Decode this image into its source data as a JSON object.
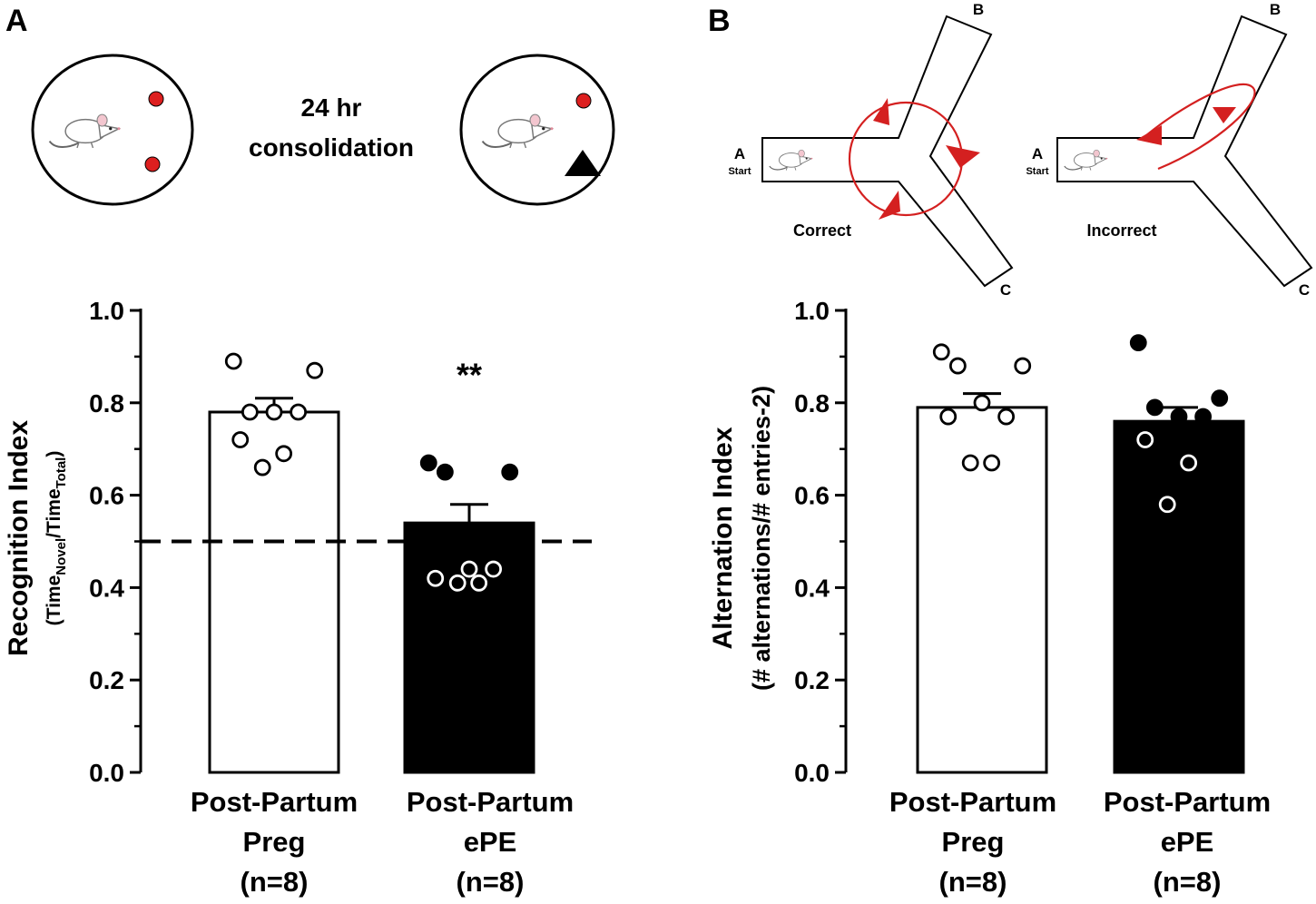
{
  "panel_a": {
    "letter": "A",
    "schematic": {
      "delay_line1": "24 hr",
      "delay_line2": "consolidation",
      "object_color": "#dd1f1f",
      "novel_object_color": "#000000"
    }
  },
  "panel_b": {
    "letter": "B",
    "schematic": {
      "arm_a": "A",
      "arm_a_sub": "Start",
      "arm_b": "B",
      "arm_c": "C",
      "correct_label": "Correct",
      "incorrect_label": "Incorrect",
      "arrow_color": "#d42020"
    }
  },
  "chart_data": [
    {
      "type": "bar",
      "ylabel": "Recognition Index",
      "ylabel_sub": {
        "prefix": "(Time",
        "sub1": "Novel",
        "mid": "/Time",
        "sub2": "Total",
        "suffix": ")"
      },
      "ylim": [
        0,
        1.0
      ],
      "yticks": [
        "0.0",
        "0.2",
        "0.4",
        "0.6",
        "0.8",
        "1.0"
      ],
      "categories": [
        {
          "line1": "Post-Partum",
          "line2": "Preg",
          "line3": "(n=8)"
        },
        {
          "line1": "Post-Partum",
          "line2": "ePE",
          "line3": "(n=8)"
        }
      ],
      "series": [
        {
          "values": [
            0.78,
            0.54
          ],
          "sem": [
            0.03,
            0.04
          ],
          "bar_colors": [
            "#ffffff",
            "#000000"
          ],
          "points": [
            [
              0.89,
              0.87,
              0.78,
              0.78,
              0.78,
              0.72,
              0.69,
              0.66
            ],
            [
              0.67,
              0.65,
              0.65,
              0.44,
              0.44,
              0.42,
              0.41,
              0.41
            ]
          ]
        }
      ],
      "reference_line": 0.5,
      "annotation": "**",
      "grid": false
    },
    {
      "type": "bar",
      "ylabel": "Alternation Index",
      "ylabel_sub": {
        "text": "(# alternations/# entries-2)"
      },
      "ylim": [
        0,
        1.0
      ],
      "yticks": [
        "0.0",
        "0.2",
        "0.4",
        "0.6",
        "0.8",
        "1.0"
      ],
      "categories": [
        {
          "line1": "Post-Partum",
          "line2": "Preg",
          "line3": "(n=8)"
        },
        {
          "line1": "Post-Partum",
          "line2": "ePE",
          "line3": "(n=8)"
        }
      ],
      "series": [
        {
          "values": [
            0.79,
            0.76
          ],
          "sem": [
            0.03,
            0.03
          ],
          "bar_colors": [
            "#ffffff",
            "#000000"
          ],
          "points": [
            [
              0.91,
              0.88,
              0.88,
              0.8,
              0.77,
              0.77,
              0.67,
              0.67
            ],
            [
              0.93,
              0.81,
              0.79,
              0.77,
              0.77,
              0.72,
              0.67,
              0.58
            ]
          ]
        }
      ],
      "grid": false
    }
  ]
}
